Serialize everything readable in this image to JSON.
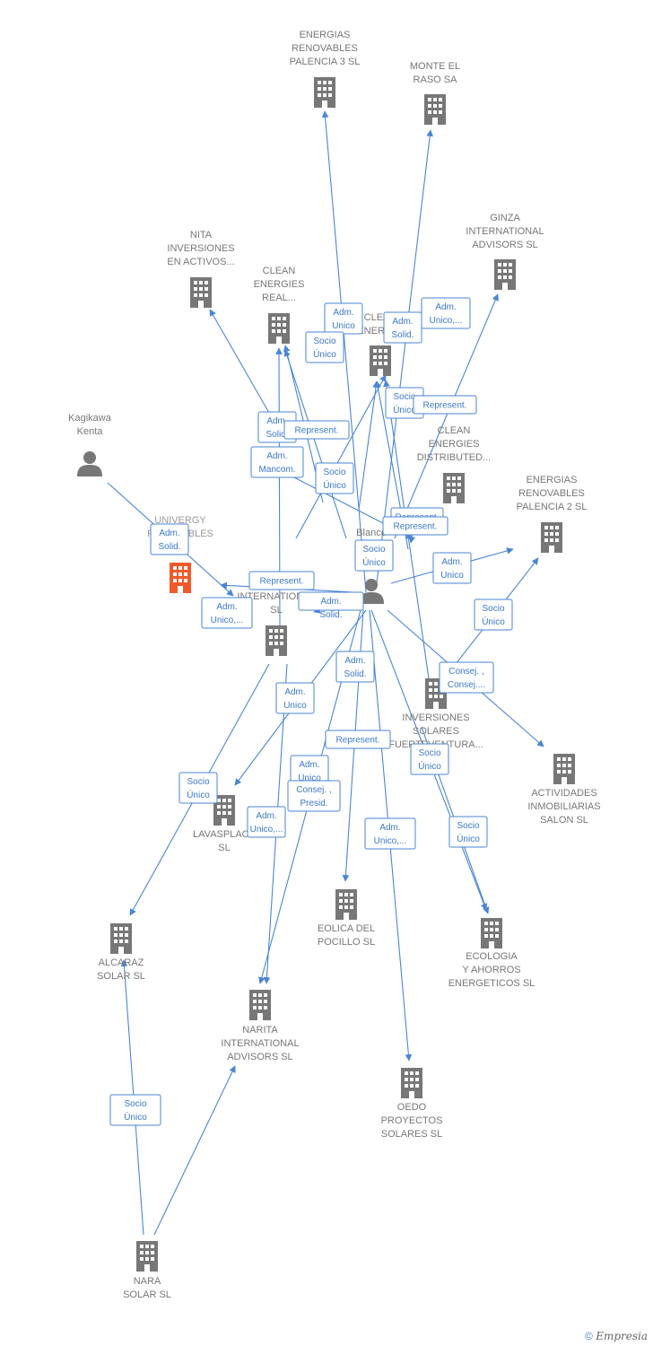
{
  "colors": {
    "edge": "#4a86d6",
    "building": "#777777",
    "focus": "#f05a2a",
    "person": "#777777"
  },
  "nodes": [
    {
      "id": "energias3",
      "type": "company",
      "label": [
        "ENERGIAS",
        "RENOVABLES",
        "PALENCIA 3 SL"
      ]
    },
    {
      "id": "monte",
      "type": "company",
      "label": [
        "MONTE EL",
        "RASO SA"
      ]
    },
    {
      "id": "ginza",
      "type": "company",
      "label": [
        "GINZA",
        "INTERNATIONAL",
        "ADVISORS  SL"
      ]
    },
    {
      "id": "nita",
      "type": "company",
      "label": [
        "NITA",
        "INVERSIONES",
        "EN ACTIVOS..."
      ]
    },
    {
      "id": "cleanreal",
      "type": "company",
      "label": [
        "CLEAN",
        "ENERGIES",
        "REAL..."
      ]
    },
    {
      "id": "cleanmid",
      "type": "company",
      "label": [
        "CLEAN",
        "ENERGI..."
      ]
    },
    {
      "id": "cleandist",
      "type": "company",
      "label": [
        "CLEAN",
        "ENERGIES",
        "DISTRIBUTED..."
      ]
    },
    {
      "id": "kagikawa",
      "type": "person",
      "label": [
        "Kagikawa",
        "Kenta"
      ]
    },
    {
      "id": "univergy",
      "type": "focus",
      "label": [
        "UNIVERGY",
        "RENOVABLES",
        "SL"
      ]
    },
    {
      "id": "blanco",
      "type": "person",
      "label": [
        "Blanco",
        "C...",
        "Ig..."
      ]
    },
    {
      "id": "energias2",
      "type": "company",
      "label": [
        "ENERGIAS",
        "RENOVABLES",
        "PALENCIA 2 SL"
      ]
    },
    {
      "id": "univergyintl",
      "type": "company",
      "label": [
        "UNIVERGY",
        "INTERNATIONAL",
        "SL"
      ]
    },
    {
      "id": "inversiones",
      "type": "company",
      "label": [
        "INVERSIONES",
        "SOLARES",
        "FUERTEVENTURA..."
      ]
    },
    {
      "id": "actividades",
      "type": "company",
      "label": [
        "ACTIVIDADES",
        "INMOBILIARIAS",
        "SALON SL"
      ]
    },
    {
      "id": "lavasplace",
      "type": "company",
      "label": [
        "LAVASPLACE",
        "SL"
      ]
    },
    {
      "id": "eolica",
      "type": "company",
      "label": [
        "EOLICA DEL",
        "POCILLO SL"
      ]
    },
    {
      "id": "ecologia",
      "type": "company",
      "label": [
        "ECOLOGIA",
        "Y AHORROS",
        "ENERGETICOS SL"
      ]
    },
    {
      "id": "alcaraz",
      "type": "company",
      "label": [
        "ALCARAZ",
        "SOLAR SL"
      ]
    },
    {
      "id": "narita",
      "type": "company",
      "label": [
        "NARITA",
        "INTERNATIONAL",
        "ADVISORS  SL"
      ]
    },
    {
      "id": "oedo",
      "type": "company",
      "label": [
        "OEDO",
        "PROYECTOS",
        "SOLARES  SL"
      ]
    },
    {
      "id": "nara",
      "type": "company",
      "label": [
        "NARA",
        "SOLAR  SL"
      ]
    }
  ],
  "relations": [
    {
      "id": "r1",
      "label": [
        "Adm.",
        "Unico"
      ]
    },
    {
      "id": "r2",
      "label": [
        "Socio",
        "Único"
      ]
    },
    {
      "id": "r3",
      "label": [
        "Adm.",
        "Solid."
      ]
    },
    {
      "id": "r4",
      "label": [
        "Adm.",
        "Unico,..."
      ]
    },
    {
      "id": "r5",
      "label": [
        "Socio",
        "Único"
      ]
    },
    {
      "id": "r6",
      "label": [
        "Represent."
      ]
    },
    {
      "id": "r7",
      "label": [
        "Adm.",
        "Solid."
      ]
    },
    {
      "id": "r8",
      "label": [
        "Represent."
      ]
    },
    {
      "id": "r9",
      "label": [
        "Adm.",
        "Mancom."
      ]
    },
    {
      "id": "r10",
      "label": [
        "Socio",
        "Único"
      ]
    },
    {
      "id": "r11",
      "label": [
        "Represent."
      ]
    },
    {
      "id": "r12",
      "label": [
        "Socio",
        "Único"
      ]
    },
    {
      "id": "r13",
      "label": [
        "Adm.",
        "Unico"
      ]
    },
    {
      "id": "r14",
      "label": [
        "Adm.",
        "Solid."
      ]
    },
    {
      "id": "r15",
      "label": [
        "Represent."
      ]
    },
    {
      "id": "r16",
      "label": [
        "Adm.",
        "Unico,..."
      ]
    },
    {
      "id": "r17",
      "label": [
        "Represent."
      ]
    },
    {
      "id": "r18",
      "label": [
        "Socio",
        "Único"
      ]
    },
    {
      "id": "r19",
      "label": [
        "Adm.",
        "Solid."
      ]
    },
    {
      "id": "r20",
      "label": [
        "Consej. ,",
        "Consej...."
      ]
    },
    {
      "id": "r21",
      "label": [
        "Adm.",
        "Solid."
      ]
    },
    {
      "id": "r22",
      "label": [
        "Represent."
      ]
    },
    {
      "id": "r23",
      "label": [
        "Adm.",
        "Unico"
      ]
    },
    {
      "id": "r24",
      "label": [
        "Socio",
        "Único"
      ]
    },
    {
      "id": "r25",
      "label": [
        "Adm.",
        "Unico"
      ]
    },
    {
      "id": "r26",
      "label": [
        "Consej. ,",
        "Presid."
      ]
    },
    {
      "id": "r27",
      "label": [
        "Socio",
        "Único"
      ]
    },
    {
      "id": "r28",
      "label": [
        "Adm.",
        "Unico,..."
      ]
    },
    {
      "id": "r29",
      "label": [
        "Socio",
        "Único"
      ]
    },
    {
      "id": "r30",
      "label": [
        "Adm.",
        "Unico,..."
      ]
    },
    {
      "id": "r31",
      "label": [
        "Socio",
        "Único"
      ]
    }
  ],
  "footer": {
    "copyright": "©",
    "brand": "Empresia"
  }
}
